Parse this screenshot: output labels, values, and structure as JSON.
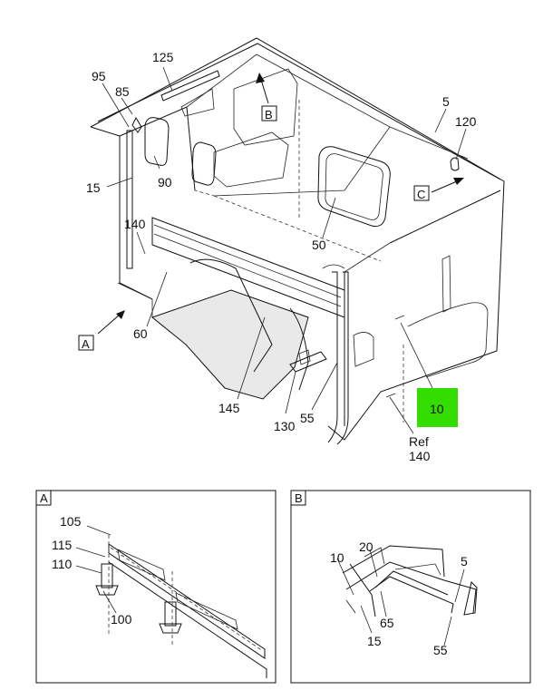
{
  "main": {
    "callouts": [
      "125",
      "95",
      "85",
      "5",
      "120",
      "15",
      "90",
      "140",
      "50",
      "60",
      "145",
      "130",
      "55",
      "10",
      "Ref",
      "140"
    ],
    "view_markers": [
      "A",
      "B",
      "C"
    ],
    "highlight": {
      "label": "10",
      "color": "#33dd00"
    }
  },
  "detail_a": {
    "title": "A",
    "callouts": [
      "105",
      "115",
      "110",
      "100"
    ]
  },
  "detail_b": {
    "title": "B",
    "callouts": [
      "20",
      "10",
      "5",
      "65",
      "15",
      "55"
    ]
  },
  "colors": {
    "line": "#111111",
    "highlight": "#33dd00",
    "background": "#ffffff"
  }
}
